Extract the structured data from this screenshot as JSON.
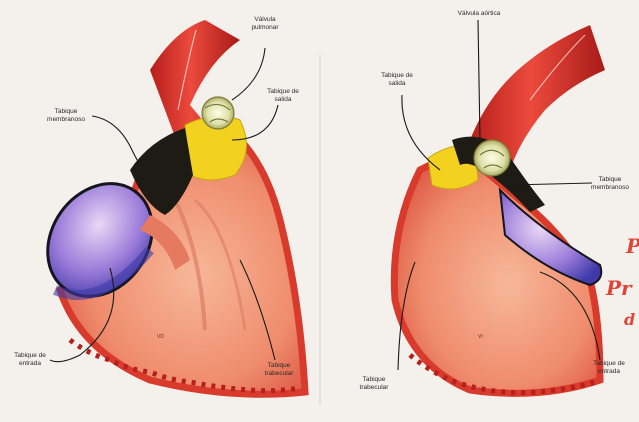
{
  "left_diagram": {
    "labels": {
      "valve": "Válvula pulmonar",
      "outflow": "Tabique de salida",
      "membranous": "Tabique membranoso",
      "inflow": "Tabique de entrada",
      "trabecular": "Tabique trabecular",
      "chamber": "VD"
    }
  },
  "right_diagram": {
    "labels": {
      "valve": "Válvula aórtica",
      "outflow": "Tabique de salida",
      "membranous": "Tabique membranoso",
      "inflow": "Tabique de entrada",
      "trabecular": "Tabique trabecular",
      "chamber": "VI"
    }
  },
  "edge_text": [
    "P",
    "Pr",
    "d"
  ],
  "colors": {
    "vessel": "#d8322c",
    "muscle": "#ec8a6e",
    "outflow_septum": "#f2d21e",
    "membranous_septum": "#1e1a14",
    "inflow_septum": "#3f3aa8",
    "edge_script": "#e0453c"
  }
}
